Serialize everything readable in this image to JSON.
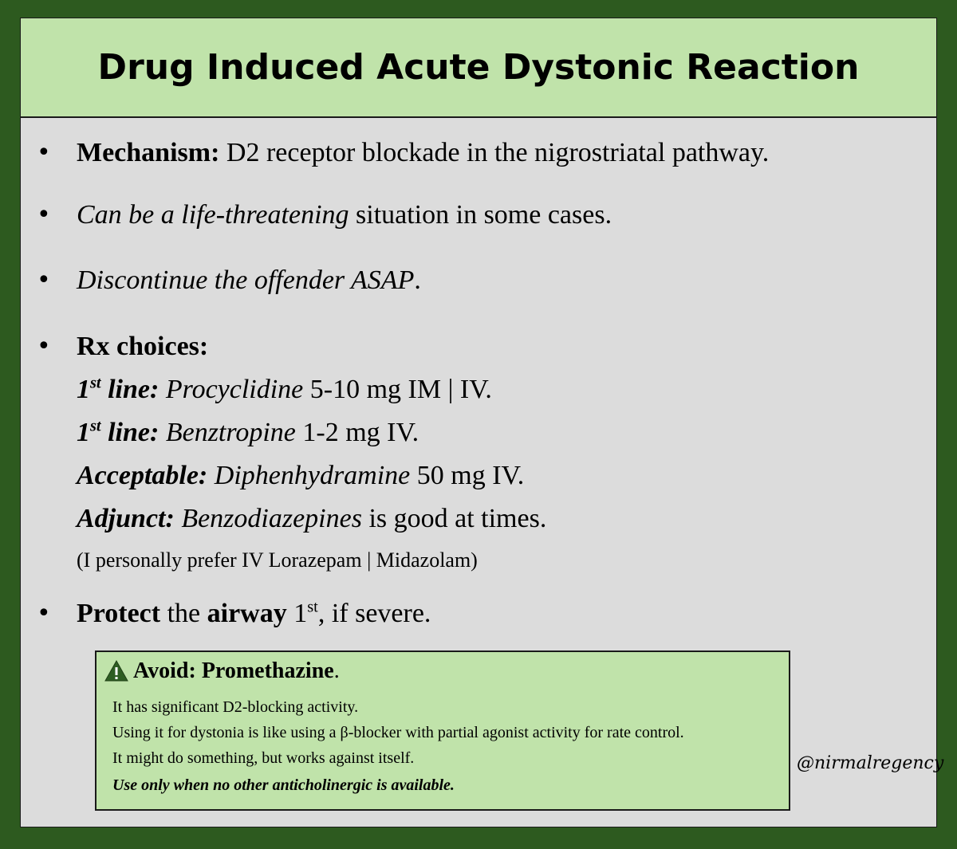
{
  "title": "Drug Induced Acute Dystonic Reaction",
  "bullets": {
    "mechanism": {
      "label": "Mechanism:",
      "text": " D2 receptor blockade in the nigrostriatal pathway."
    },
    "life": {
      "italic": "Can be a life-threatening",
      "text": " situation in some cases."
    },
    "discontinue": {
      "italic": "Discontinue the offender ASAP",
      "text": "."
    },
    "rx": {
      "label": "Rx choices:",
      "lines": [
        {
          "label_num": "1",
          "label_sup": "st",
          "label_rest": " line:",
          "drug": "Procyclidine",
          "dose": " 5-10 mg IM | IV."
        },
        {
          "label_num": "1",
          "label_sup": "st",
          "label_rest": " line:",
          "drug": "Benztropine",
          "dose": " 1-2 mg IV."
        },
        {
          "label": "Acceptable:",
          "drug": "Diphenhydramine",
          "dose": " 50 mg IV."
        },
        {
          "label": "Adjunct:",
          "drug": "Benzodiazepines",
          "dose": " is good at times."
        }
      ],
      "note": "(I personally prefer IV Lorazepam | Midazolam)"
    },
    "protect": {
      "word1": "Protect",
      "mid": " the ",
      "word2": "airway",
      "num": " 1",
      "sup": "st",
      "tail": ", if severe."
    }
  },
  "avoid": {
    "icon": "warning-icon",
    "label": "Avoid: Promethazine",
    "period": ".",
    "lines": [
      "It has significant D2-blocking activity.",
      "Using it for dystonia is like using a β-blocker with partial agonist activity for rate control.",
      "It might do something, but works against itself."
    ],
    "final": "Use only when no other anticholinergic is available."
  },
  "handle": "@nirmalregency",
  "colors": {
    "border": "#2d5a1f",
    "panel": "#dcdcdc",
    "accent": "#c0e3aa"
  }
}
